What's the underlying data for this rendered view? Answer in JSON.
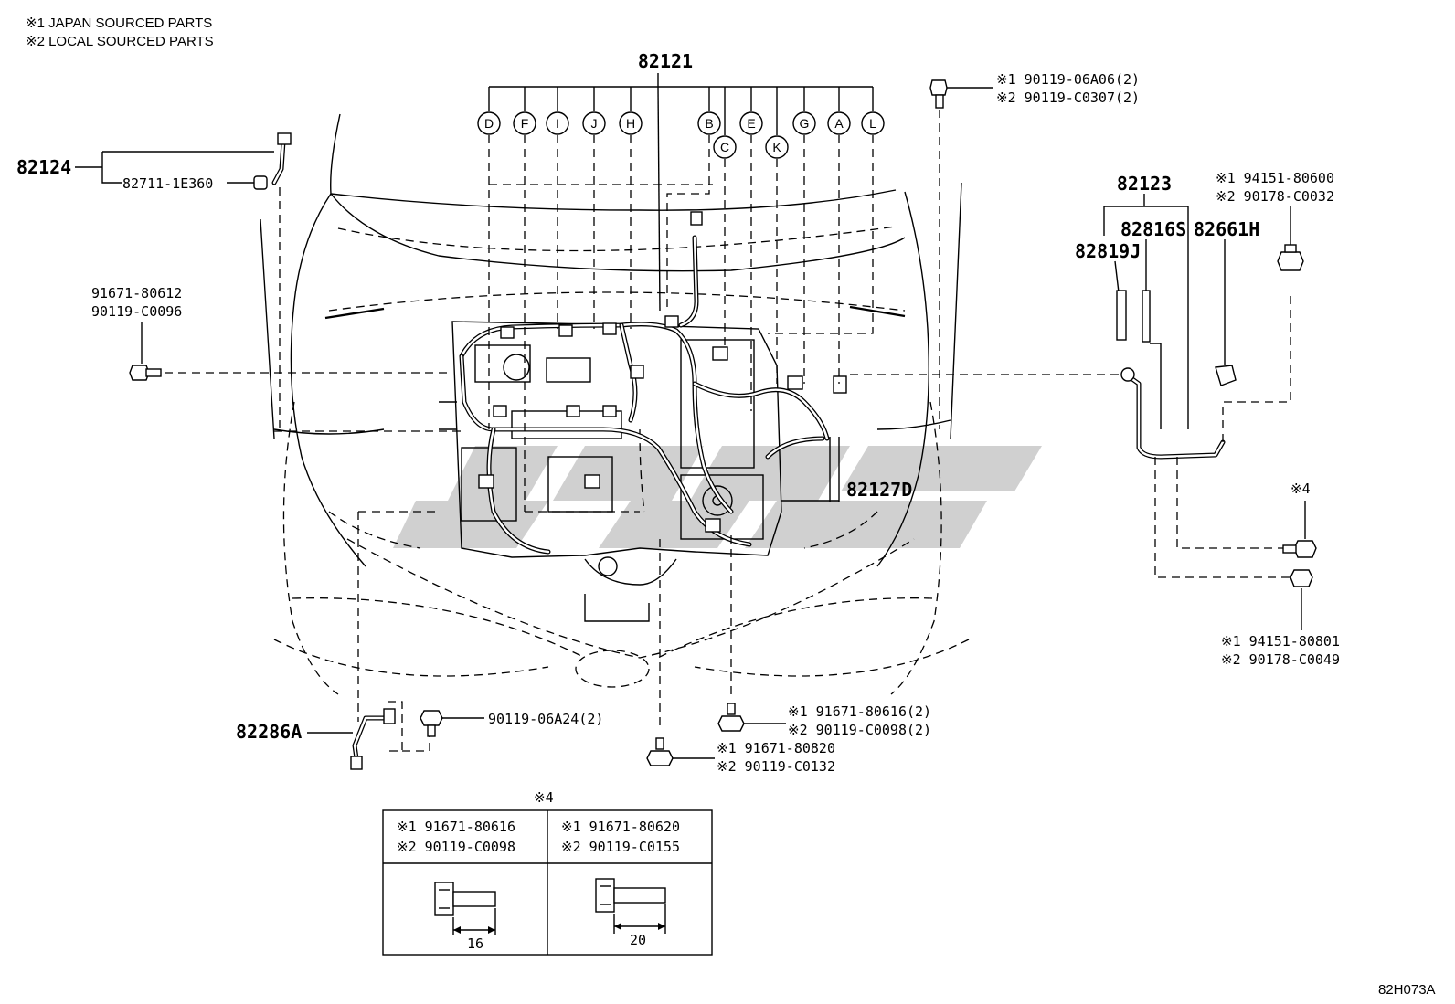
{
  "notes": [
    "※1 JAPAN SOURCED PARTS",
    "※2 LOCAL SOURCED PARTS"
  ],
  "main_part": "82121",
  "branch_letters_top": [
    "D",
    "F",
    "I",
    "J",
    "H",
    "B",
    "E",
    "G",
    "A",
    "L"
  ],
  "branch_letters_lower": [
    "C",
    "K"
  ],
  "parts": {
    "p82124": "82124",
    "p82711": "82711-1E360",
    "p91671_80612": "91671-80612",
    "p90119_C0096": "90119-C0096",
    "p82123": "82123",
    "p82816S": "82816S",
    "p82661H": "82661H",
    "p82819J": "82819J",
    "p82127D": "82127D",
    "p82286A": "82286A",
    "p90119_06A24": "90119-06A24(2)"
  },
  "callouts": {
    "top_right_1": "※1 90119-06A06(2)",
    "top_right_2": "※2 90119-C0307(2)",
    "right_top_1": "※1 94151-80600",
    "right_top_2": "※2 90178-C0032",
    "right_mark": "※4",
    "right_bottom_1": "※1 94151-80801",
    "right_bottom_2": "※2 90178-C0049",
    "center_bottom_1": "※1 91671-80616(2)",
    "center_bottom_2": "※2 90119-C0098(2)",
    "lower_1": "※1 91671-80820",
    "lower_2": "※2 90119-C0132"
  },
  "table": {
    "mark": "※4",
    "col1_line1": "※1 91671-80616",
    "col1_line2": "※2 90119-C0098",
    "col1_dim": "16",
    "col2_line1": "※1 91671-80620",
    "col2_line2": "※2 90119-C0155",
    "col2_dim": "20"
  },
  "figure_code": "82H073A",
  "watermark_color": "#c8c8c8"
}
